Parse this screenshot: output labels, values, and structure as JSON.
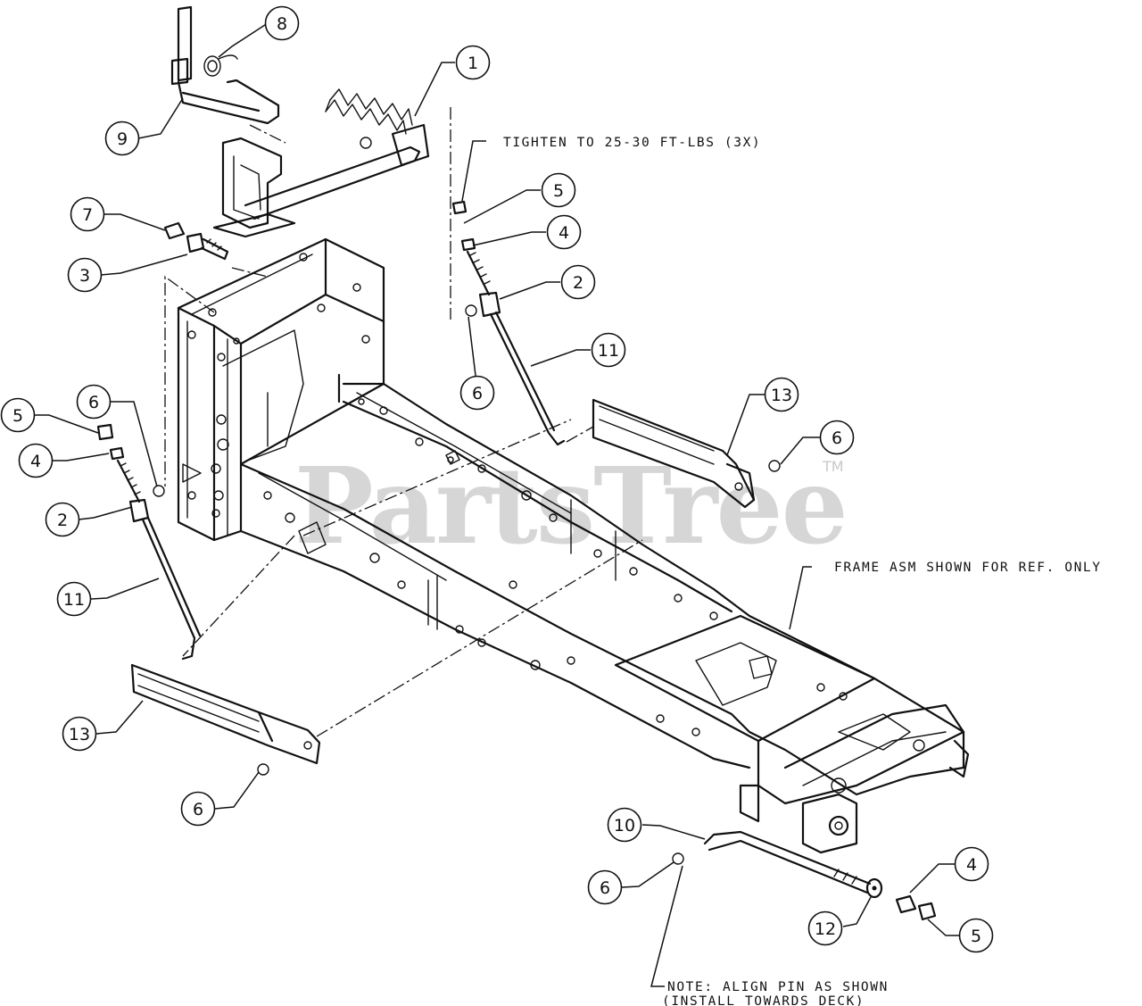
{
  "watermark": {
    "text": "PartsTree",
    "tm": "TM"
  },
  "notes": {
    "torque": "TIGHTEN TO 25-30 FT-LBS (3X)",
    "frame": "FRAME ASM SHOWN FOR REF. ONLY",
    "align_line1": "NOTE: ALIGN PIN AS SHOWN",
    "align_line2": "(INSTALL TOWARDS DECK)"
  },
  "callouts": [
    {
      "id": "c-8",
      "label": "8"
    },
    {
      "id": "c-1",
      "label": "1"
    },
    {
      "id": "c-9",
      "label": "9"
    },
    {
      "id": "c-5a",
      "label": "5"
    },
    {
      "id": "c-7",
      "label": "7"
    },
    {
      "id": "c-4a",
      "label": "4"
    },
    {
      "id": "c-3",
      "label": "3"
    },
    {
      "id": "c-2a",
      "label": "2"
    },
    {
      "id": "c-11a",
      "label": "11"
    },
    {
      "id": "c-6a",
      "label": "6"
    },
    {
      "id": "c-13a",
      "label": "13"
    },
    {
      "id": "c-6b",
      "label": "6"
    },
    {
      "id": "c-6c",
      "label": "6"
    },
    {
      "id": "c-5b",
      "label": "5"
    },
    {
      "id": "c-4b",
      "label": "4"
    },
    {
      "id": "c-2b",
      "label": "2"
    },
    {
      "id": "c-11b",
      "label": "11"
    },
    {
      "id": "c-13b",
      "label": "13"
    },
    {
      "id": "c-6d",
      "label": "6"
    },
    {
      "id": "c-10",
      "label": "10"
    },
    {
      "id": "c-6e",
      "label": "6"
    },
    {
      "id": "c-4c",
      "label": "4"
    },
    {
      "id": "c-12",
      "label": "12"
    },
    {
      "id": "c-5c",
      "label": "5"
    }
  ]
}
